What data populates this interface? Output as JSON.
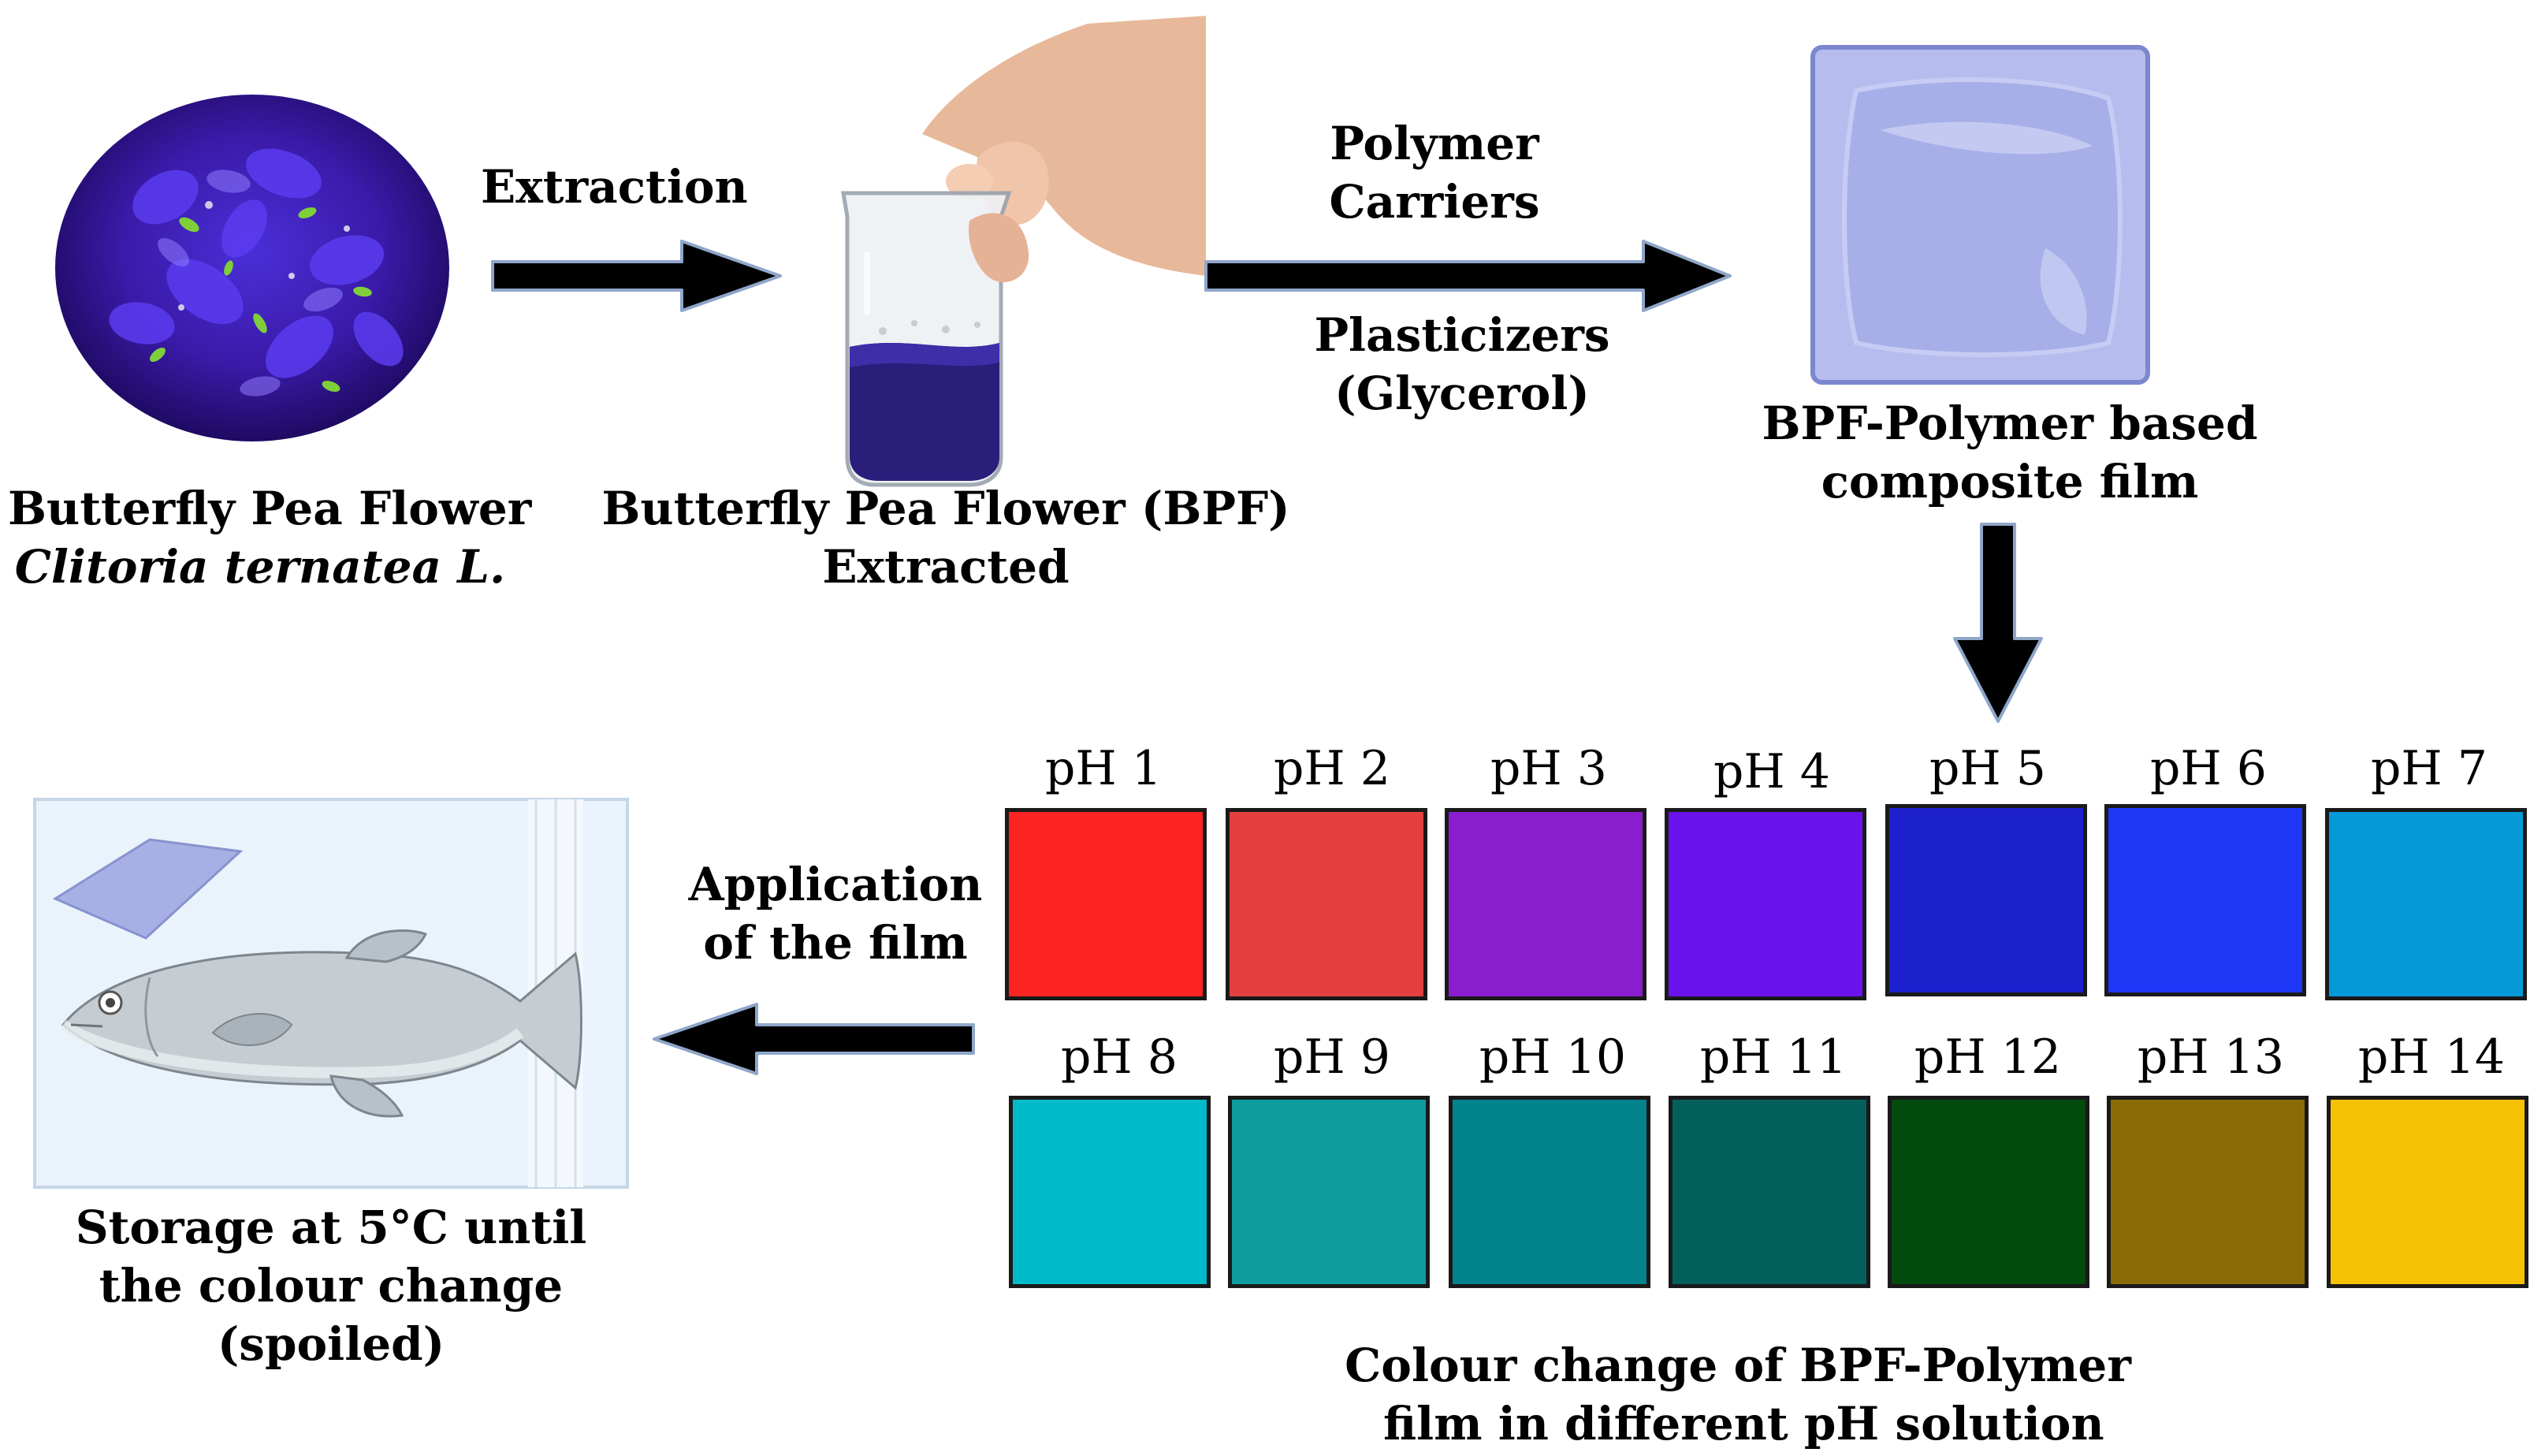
{
  "flower": {
    "name_line1": "Butterfly Pea Flower",
    "name_line2": "Clitoria ternatea L."
  },
  "extraction_arrow_label": "Extraction",
  "extract": {
    "line1": "Butterfly Pea Flower (BPF)",
    "line2": "Extracted"
  },
  "polymer_arrow": {
    "top_line1": "Polymer",
    "top_line2": "Carriers",
    "bottom_line1": "Plasticizers",
    "bottom_line2": "(Glycerol)"
  },
  "film": {
    "line1": "BPF-Polymer based",
    "line2": "composite film"
  },
  "ph_scale": {
    "items": [
      {
        "label": "pH 1",
        "color": "#fc2323"
      },
      {
        "label": "pH 2",
        "color": "#e54040"
      },
      {
        "label": "pH 3",
        "color": "#8a1ecf"
      },
      {
        "label": "pH 4",
        "color": "#6a12ec"
      },
      {
        "label": "pH 5",
        "color": "#1c20cd"
      },
      {
        "label": "pH 6",
        "color": "#1f37f7"
      },
      {
        "label": "pH 7",
        "color": "#0599d8"
      },
      {
        "label": "pH 8",
        "color": "#00bac9"
      },
      {
        "label": "pH 9",
        "color": "#0e9c9f"
      },
      {
        "label": "pH 10",
        "color": "#02828d"
      },
      {
        "label": "pH 11",
        "color": "#035f5c"
      },
      {
        "label": "pH 12",
        "color": "#034a0f"
      },
      {
        "label": "pH 13",
        "color": "#8a6b06"
      },
      {
        "label": "pH 14",
        "color": "#f6c102"
      }
    ],
    "caption_line1": "Colour change of BPF-Polymer",
    "caption_line2": "film in different pH solution"
  },
  "application_arrow": {
    "line1": "Application",
    "line2": "of the film"
  },
  "storage": {
    "line1": "Storage at 5°C until",
    "line2": "the colour change",
    "line3": "(spoiled)"
  }
}
